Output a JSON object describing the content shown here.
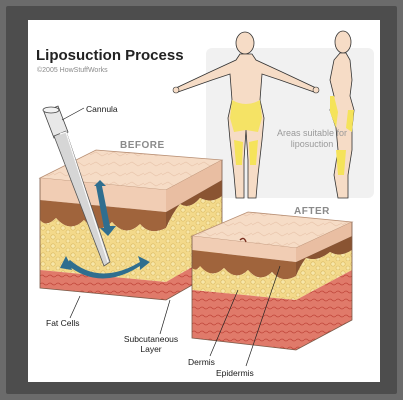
{
  "title": {
    "bold": "Liposuction",
    "rest": " Process"
  },
  "copyright": "©2005 HowStuffWorks",
  "labels": {
    "cannula": "Cannula",
    "before": "BEFORE",
    "after": "AFTER",
    "areas": "Areas suitable for liposuction",
    "fat_cells": "Fat Cells",
    "subcutaneous": "Subcutaneous Layer",
    "dermis": "Dermis",
    "epidermis": "Epidermis"
  },
  "colors": {
    "skin_top": "#f6dcc6",
    "dermis_brown": "#a0643c",
    "fat_yellow": "#f3d98a",
    "muscle_red": "#d9695a",
    "arrow_blue": "#2f6e8f",
    "highlight_yellow": "#f5e35a"
  }
}
